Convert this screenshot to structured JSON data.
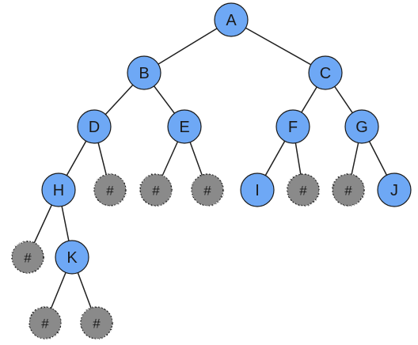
{
  "tree": {
    "node_color": "#6ea8f5",
    "null_color": "#8a8a8a",
    "edge_color": "#1f1f1f",
    "nodes": [
      {
        "id": "A",
        "label": "A",
        "kind": "node"
      },
      {
        "id": "B",
        "label": "B",
        "kind": "node"
      },
      {
        "id": "C",
        "label": "C",
        "kind": "node"
      },
      {
        "id": "D",
        "label": "D",
        "kind": "node"
      },
      {
        "id": "E",
        "label": "E",
        "kind": "node"
      },
      {
        "id": "F",
        "label": "F",
        "kind": "node"
      },
      {
        "id": "G",
        "label": "G",
        "kind": "node"
      },
      {
        "id": "H",
        "label": "H",
        "kind": "node"
      },
      {
        "id": "N1",
        "label": "#",
        "kind": "null"
      },
      {
        "id": "N2",
        "label": "#",
        "kind": "null"
      },
      {
        "id": "N3",
        "label": "#",
        "kind": "null"
      },
      {
        "id": "I",
        "label": "I",
        "kind": "node"
      },
      {
        "id": "N4",
        "label": "#",
        "kind": "null"
      },
      {
        "id": "N5",
        "label": "#",
        "kind": "null"
      },
      {
        "id": "J",
        "label": "J",
        "kind": "node"
      },
      {
        "id": "N6",
        "label": "#",
        "kind": "null"
      },
      {
        "id": "K",
        "label": "K",
        "kind": "node"
      },
      {
        "id": "N7",
        "label": "#",
        "kind": "null"
      },
      {
        "id": "N8",
        "label": "#",
        "kind": "null"
      }
    ],
    "edges": [
      [
        "A",
        "B"
      ],
      [
        "A",
        "C"
      ],
      [
        "B",
        "D"
      ],
      [
        "B",
        "E"
      ],
      [
        "C",
        "F"
      ],
      [
        "C",
        "G"
      ],
      [
        "D",
        "H"
      ],
      [
        "D",
        "N1"
      ],
      [
        "E",
        "N2"
      ],
      [
        "E",
        "N3"
      ],
      [
        "F",
        "I"
      ],
      [
        "F",
        "N4"
      ],
      [
        "G",
        "N5"
      ],
      [
        "G",
        "J"
      ],
      [
        "H",
        "N6"
      ],
      [
        "H",
        "K"
      ],
      [
        "K",
        "N7"
      ],
      [
        "K",
        "N8"
      ]
    ]
  }
}
